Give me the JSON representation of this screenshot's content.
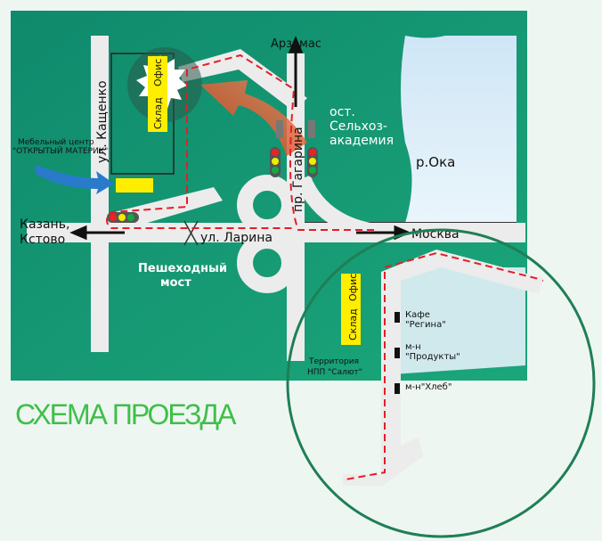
{
  "title": "СХЕМА ПРОЕЗДА",
  "streets": {
    "kashchenko": "ул. Кащенко",
    "larina": "ул. Ларина",
    "gagarina": "пр. Гагарина"
  },
  "directions": {
    "arzamas": "Арзамас",
    "kazan": "Казань,",
    "kstovo": "Кстово",
    "moskva": "Москва"
  },
  "landmarks": {
    "furniture_1": "Мебельный центр",
    "furniture_2": "\"ОТКРЫТЫЙ МАТЕРИК\"",
    "stop_1": "ост.",
    "stop_2": "Сельхоз-",
    "stop_3": "академия",
    "river": "р.Ока",
    "bridge_1": "Пешеходный",
    "bridge_2": "мост",
    "territory_1": "Территория",
    "territory_2": "НПП \"Салют\"",
    "cafe_1": "Кафе",
    "cafe_2": "\"Регина\"",
    "shop1_1": "м-н",
    "shop1_2": "\"Продукты\"",
    "shop2": "м-н\"Хлеб\""
  },
  "buildings": {
    "sklad": "Склад",
    "ofis": "Офис"
  },
  "colors": {
    "map": "#14906e",
    "road": "#ececec",
    "river": "#d7ecf8",
    "route": "#e41e26",
    "title": "#3fbf4a",
    "highlight": "#ffee00"
  }
}
